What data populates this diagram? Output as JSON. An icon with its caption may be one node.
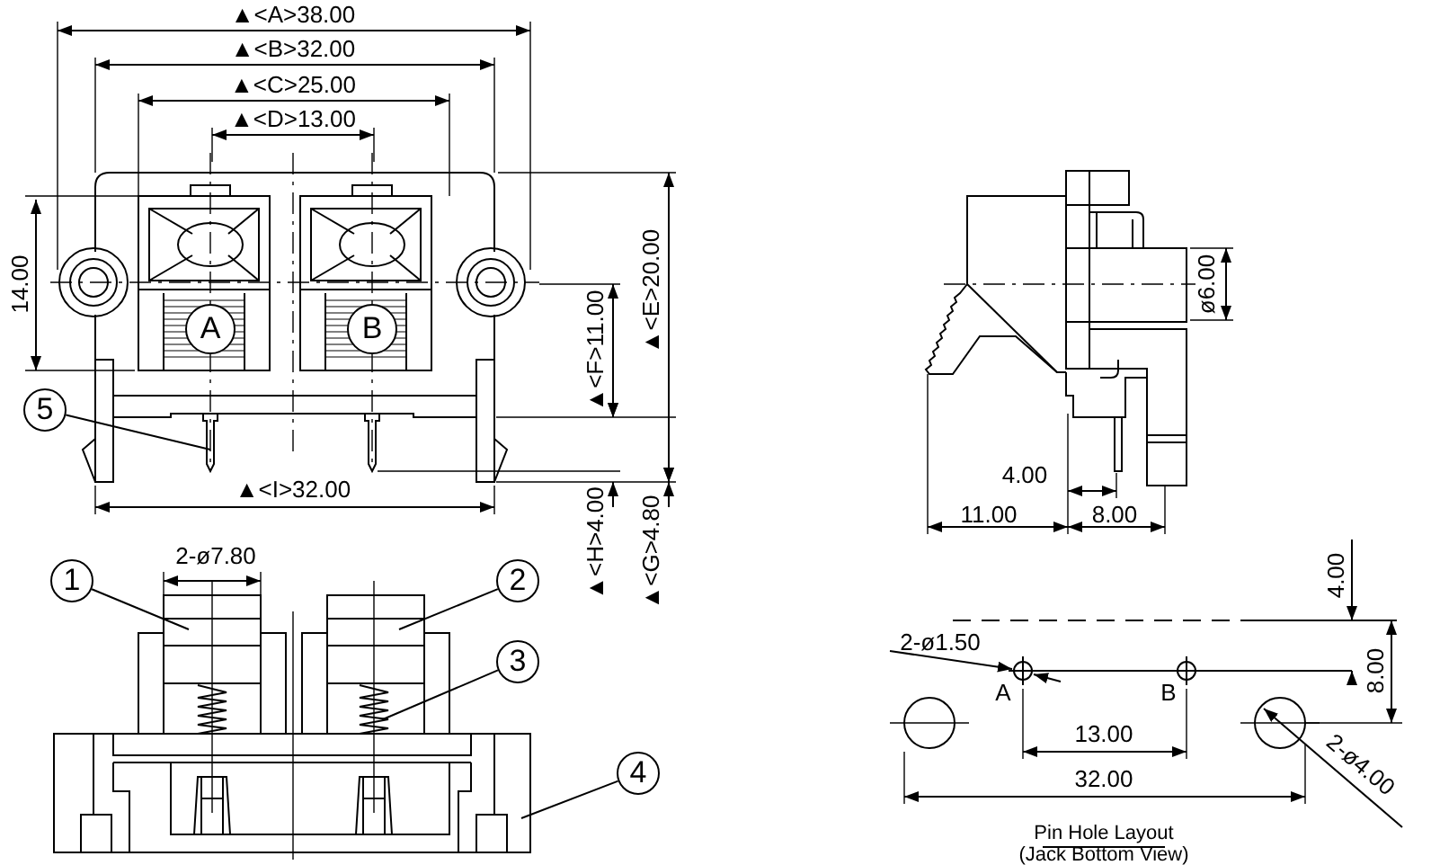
{
  "diagram": {
    "nodes": [
      {
        "text": [
          "A"
        ]
      },
      {
        "text": [
          "B"
        ]
      },
      {
        "text": [
          "5"
        ]
      },
      {
        "text": [
          "1"
        ]
      },
      {
        "text": [
          "2"
        ]
      },
      {
        "text": [
          "3"
        ]
      },
      {
        "text": [
          "4"
        ]
      }
    ],
    "edges": [
      {
        "from": 2,
        "to": null,
        "arrow": "none"
      },
      {
        "from": 3,
        "to": null,
        "arrow": "none"
      },
      {
        "from": 4,
        "to": null,
        "arrow": "none"
      },
      {
        "from": 5,
        "to": null,
        "arrow": "none"
      },
      {
        "from": 6,
        "to": null,
        "arrow": "none"
      }
    ],
    "labels": [
      "▲<A>38.00",
      "▲<B>32.00",
      "▲<C>25.00",
      "▲<D>13.00",
      "14.00",
      "▲<E>20.00",
      "▲<F>11.00",
      "ø6.00",
      "4.00",
      "▲<I>32.00",
      "11.00",
      "8.00",
      "▲<H>4.00",
      "▲<G>4.80",
      "2-ø7.80",
      "4.00",
      "2-ø1.50",
      "8.00",
      "A",
      "B",
      "13.00",
      "32.00",
      "2-ø4.00",
      "Pin Hole Layout",
      "(Jack Bottom View)"
    ]
  }
}
